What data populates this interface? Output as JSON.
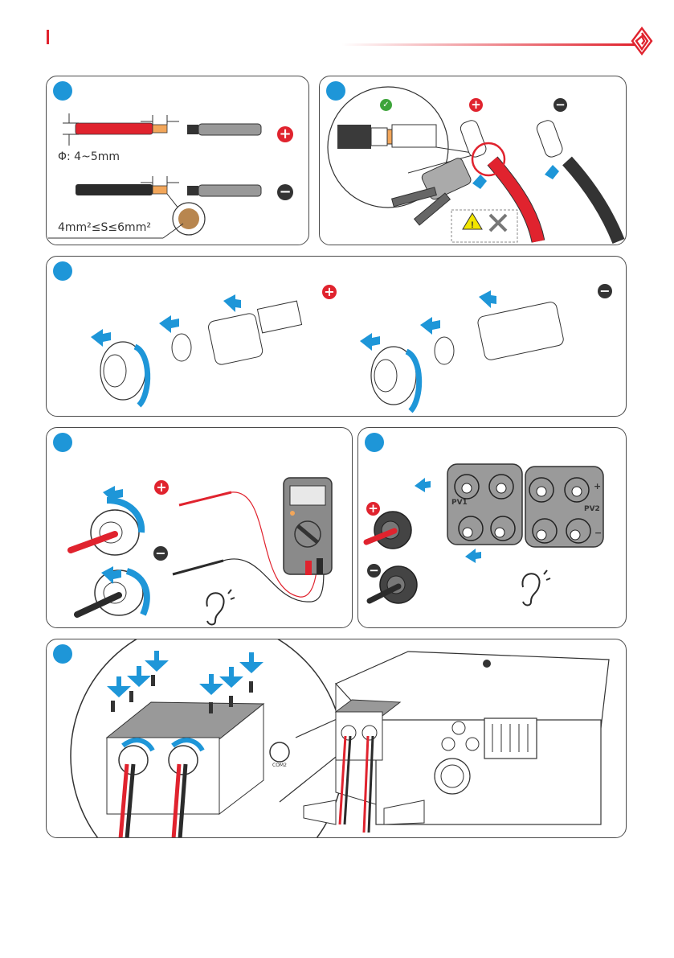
{
  "header": {
    "section_marker_color": "#e0232e",
    "logo_icon": "brand-diamond-spiral-icon",
    "rule_color": "#e0232e"
  },
  "colors": {
    "step_dot": "#1e96d8",
    "arrow": "#1e96d8",
    "positive": "#e0232e",
    "negative": "#333333",
    "ok": "#3da43a",
    "copper": "#f2a65a",
    "panel_gray": "#9a9a9a",
    "warning_yellow": "#f2e600"
  },
  "steps": [
    {
      "id": 1,
      "labels": {
        "diameter": "Φ: 4~5mm",
        "cross_section": "4mm²≤S≤6mm²",
        "positive": "+",
        "negative": "−"
      },
      "icons": [
        "wire-red-icon",
        "wire-black-icon",
        "pin-contact-icon",
        "copper-cross-section-icon",
        "plus-icon",
        "minus-icon"
      ]
    },
    {
      "id": 2,
      "labels": {
        "ok": "✓",
        "positive": "+",
        "negative": "−"
      },
      "icons": [
        "crimping-tool-icon",
        "warning-icon",
        "tools-icon",
        "check-icon"
      ]
    },
    {
      "id": 3,
      "labels": {
        "positive": "+",
        "negative": "−"
      },
      "icons": [
        "connector-nut-icon",
        "seal-ring-icon",
        "connector-body-icon",
        "rotate-arrow-icon"
      ]
    },
    {
      "id": 4,
      "labels": {
        "positive": "+",
        "negative": "−"
      },
      "icons": [
        "multimeter-icon",
        "ear-click-icon",
        "connector-tighten-icon"
      ]
    },
    {
      "id": 5,
      "labels": {
        "positive": "+",
        "negative": "−",
        "pv1": "PV1",
        "pv2": "PV2",
        "pv_plus": "+",
        "pv_minus": "−"
      },
      "icons": [
        "pv-terminal-panel-icon",
        "ear-click-icon"
      ]
    },
    {
      "id": 6,
      "labels": {
        "com2": "COM2"
      },
      "icons": [
        "inverter-icon",
        "screw-icon",
        "cover-plate-icon",
        "cable-gland-icon",
        "magnifier-circle-icon"
      ]
    }
  ]
}
